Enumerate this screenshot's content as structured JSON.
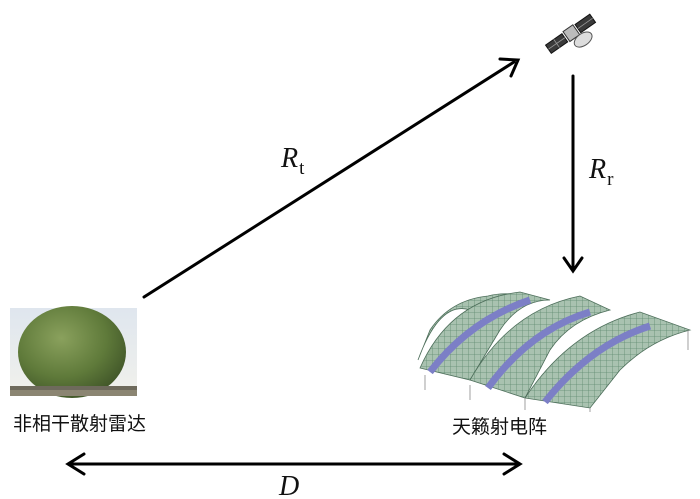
{
  "labels": {
    "radar": "非相干散射雷达",
    "array": "天籁射电阵",
    "distance": "D",
    "rt_main": "R",
    "rt_sub": "t",
    "rr_main": "R",
    "rr_sub": "r"
  },
  "icons": {
    "radar": "radar-dome-icon",
    "satellite": "satellite-icon",
    "array": "cylinder-radio-array-icon"
  },
  "colors": {
    "line": "#000000",
    "dome": "#5f7a3a",
    "array_mesh": "#7fa08a",
    "array_stripe": "#7c7fc6",
    "satellite_panel": "#3a3a3a"
  }
}
